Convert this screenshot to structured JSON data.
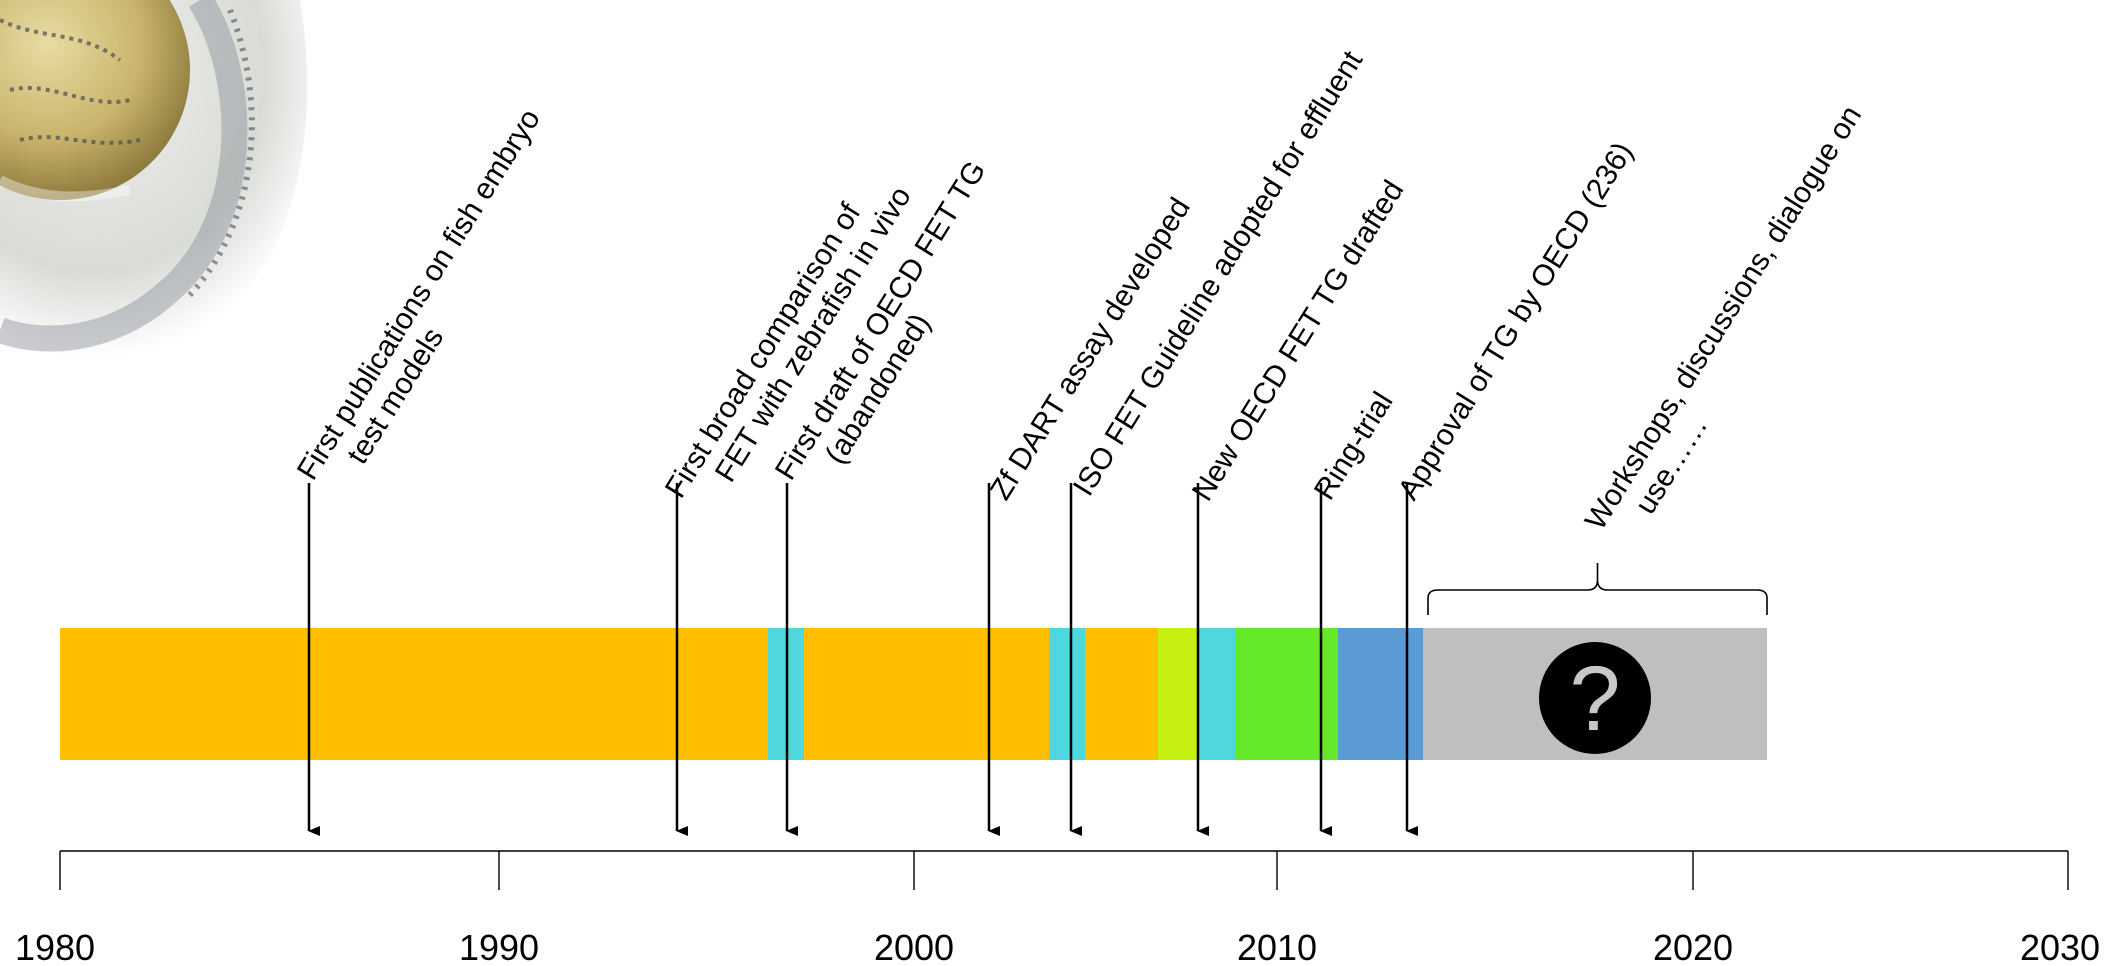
{
  "axis": {
    "ticks": [
      "1980",
      "1990",
      "2000",
      "2010",
      "2020",
      "2030"
    ]
  },
  "question_mark": "?",
  "bar": {
    "segments": [
      {
        "color": "#FFBE00",
        "role": "history"
      },
      {
        "color": "#4ED7DC",
        "role": "event"
      },
      {
        "color": "#FFBE00",
        "role": "history"
      },
      {
        "color": "#4ED7DC",
        "role": "event"
      },
      {
        "color": "#FFBE00",
        "role": "history"
      },
      {
        "color": "#C6F011",
        "role": "drafting"
      },
      {
        "color": "#4ED7DC",
        "role": "event"
      },
      {
        "color": "#64E828",
        "role": "ring-trial"
      },
      {
        "color": "#5B9BD5",
        "role": "approval"
      },
      {
        "color": "#BFBFBF",
        "role": "future"
      }
    ]
  },
  "events": [
    {
      "lines": [
        "First publications on fish embryo",
        "test models"
      ]
    },
    {
      "lines": [
        "First broad comparison of",
        "FET with zebrafish in vivo"
      ]
    },
    {
      "lines": [
        "First draft of OECD FET TG",
        "(abandoned)"
      ]
    },
    {
      "lines": [
        "Zf DART assay developed"
      ]
    },
    {
      "lines": [
        "ISO FET Guideline adopted for effluent"
      ]
    },
    {
      "lines": [
        "New OECD FET TG drafted"
      ]
    },
    {
      "lines": [
        "Ring-trial"
      ]
    },
    {
      "lines": [
        "Approval of TG by OECD (236)"
      ]
    },
    {
      "lines": [
        "Workshops, discussions, dialogue on",
        "use……"
      ]
    }
  ],
  "colors": {
    "orange": "#FFBE00",
    "cyan": "#4ED7DC",
    "lime": "#C6F011",
    "green": "#64E828",
    "blue": "#5B9BD5",
    "grey": "#BFBFBF"
  },
  "image": {
    "subject": "zebrafish embryo"
  }
}
